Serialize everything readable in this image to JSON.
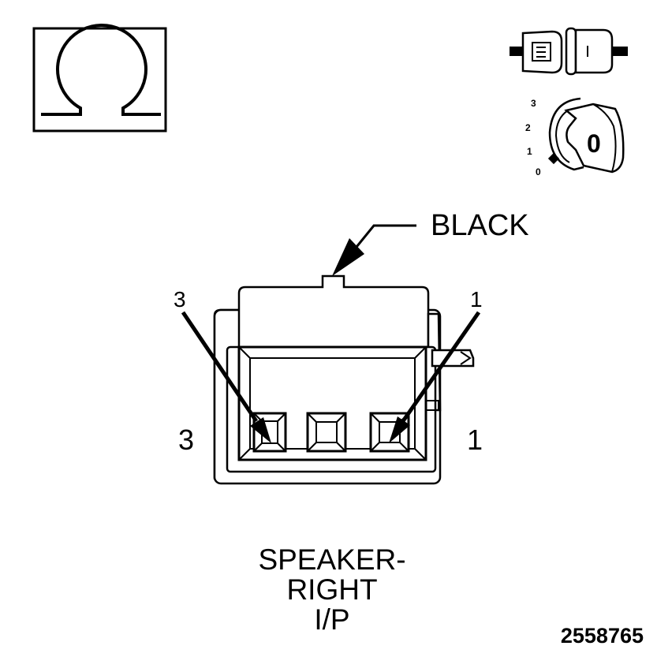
{
  "ohm_symbol": {
    "glyph": "ohm-icon"
  },
  "connector_icon": {
    "glyph": "connector-disconnected-icon"
  },
  "ignition_icon": {
    "glyph": "ignition-key-icon",
    "positions": [
      "3",
      "2",
      "1",
      "0"
    ],
    "key_label": "0"
  },
  "connector": {
    "color_label": "BLACK",
    "pin_callouts": {
      "left": "3",
      "right": "1"
    },
    "side_labels": {
      "left": "3",
      "right": "1"
    },
    "cavities": 3
  },
  "caption": {
    "line1": "SPEAKER-",
    "line2": "RIGHT",
    "line3": "I/P"
  },
  "figure_id": "2558765"
}
